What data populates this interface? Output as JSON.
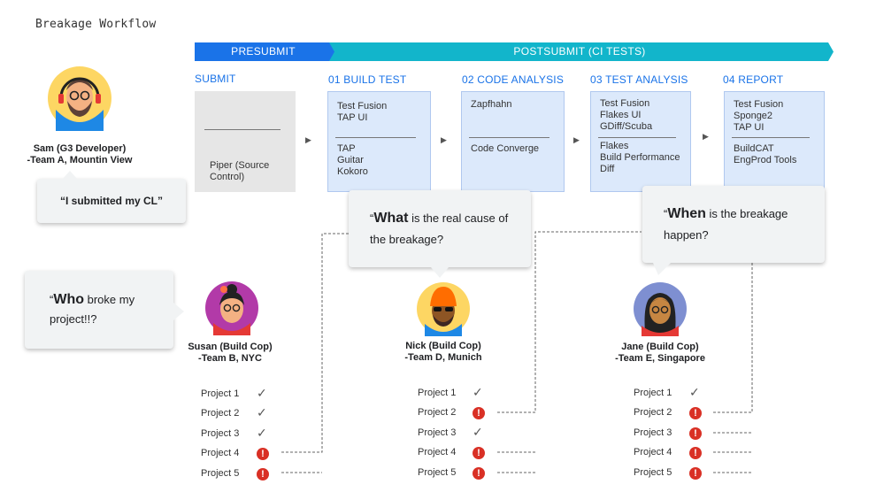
{
  "title": "Breakage Workflow",
  "banner": {
    "presubmit": "PRESUBMIT",
    "postsubmit": "POSTSUBMIT (CI TESTS)"
  },
  "stages": [
    {
      "header": "SUBMIT",
      "groups": [
        "Piper (Source\nControl)"
      ]
    },
    {
      "header": "01 BUILD TEST",
      "groups": [
        "Test Fusion\nTAP UI",
        "TAP\nGuitar\nKokoro"
      ]
    },
    {
      "header": "02 CODE ANALYSIS",
      "groups": [
        "Zapfhahn",
        "Code Converge"
      ]
    },
    {
      "header": "03 TEST ANALYSIS",
      "groups": [
        "Test Fusion\nFlakes UI\nGDiff/Scuba",
        "Flakes\nBuild Performance\nDiff"
      ]
    },
    {
      "header": "04 REPORT",
      "groups": [
        "Test Fusion\nSponge2\nTAP UI",
        "BuildCAT\nEngProd Tools"
      ]
    }
  ],
  "people": {
    "sam": {
      "name": "Sam (G3 Developer)",
      "team": "-Team A, Mountin View",
      "quote": "“I submitted my CL”"
    },
    "susan": {
      "name": "Susan (Build Cop)",
      "team": "-Team B, NYC",
      "quote_bold": "Who",
      "quote_rest": " broke my project!!?"
    },
    "nick": {
      "name": "Nick (Build Cop)",
      "team": "-Team D, Munich",
      "quote_bold": "What",
      "quote_rest": " is the real cause of the breakage?"
    },
    "jane": {
      "name": "Jane (Build Cop)",
      "team": "-Team E, Singapore",
      "quote_bold": "When",
      "quote_rest": " is the breakage happen?"
    }
  },
  "projects": {
    "susan": [
      {
        "name": "Project 1",
        "status": "ok"
      },
      {
        "name": "Project 2",
        "status": "ok"
      },
      {
        "name": "Project 3",
        "status": "ok"
      },
      {
        "name": "Project 4",
        "status": "error"
      },
      {
        "name": "Project 5",
        "status": "error"
      }
    ],
    "nick": [
      {
        "name": "Project 1",
        "status": "ok"
      },
      {
        "name": "Project 2",
        "status": "error"
      },
      {
        "name": "Project 3",
        "status": "ok"
      },
      {
        "name": "Project 4",
        "status": "error"
      },
      {
        "name": "Project 5",
        "status": "error"
      }
    ],
    "jane": [
      {
        "name": "Project 1",
        "status": "ok"
      },
      {
        "name": "Project 2",
        "status": "error"
      },
      {
        "name": "Project 3",
        "status": "error"
      },
      {
        "name": "Project 4",
        "status": "error"
      },
      {
        "name": "Project 5",
        "status": "error"
      }
    ]
  },
  "colors": {
    "presubmit": "#1a73e8",
    "postsubmit": "#12b5cb",
    "error": "#d93025",
    "accent": "#1a73e8"
  }
}
